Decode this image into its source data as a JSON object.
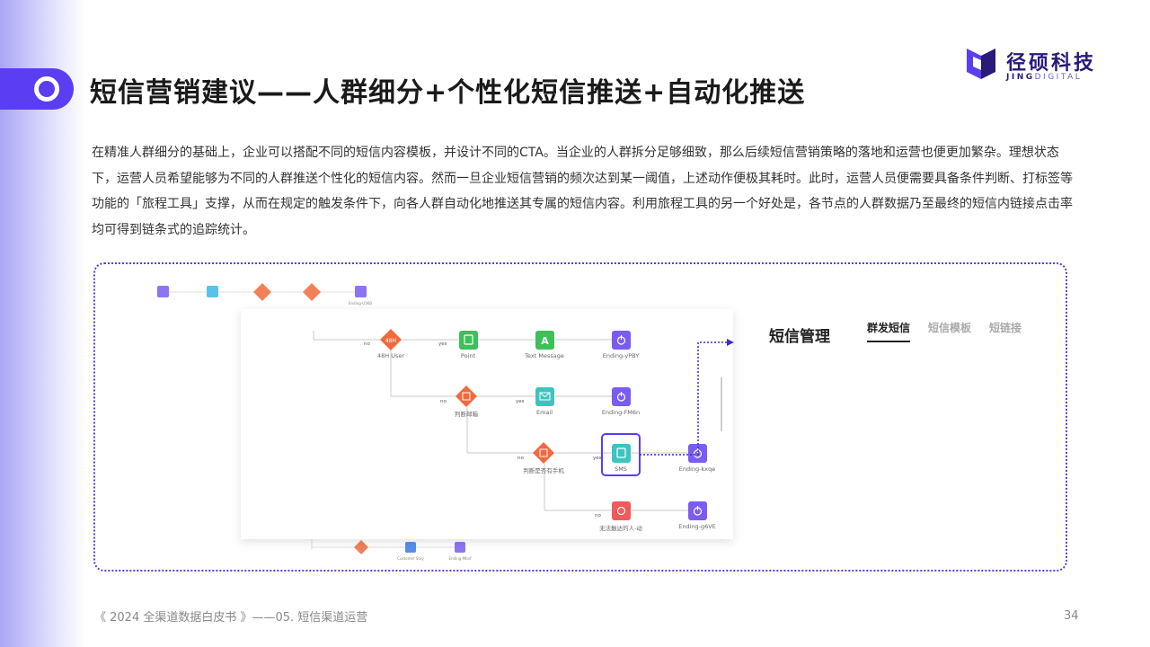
{
  "header": {
    "title": "短信营销建议——人群细分+个性化短信推送+自动化推送"
  },
  "logo": {
    "cn": "径硕科技",
    "en_bold": "JING",
    "en_rest": "DIGITAL"
  },
  "body": {
    "paragraph": "在精准人群细分的基础上，企业可以搭配不同的短信内容模板，并设计不同的CTA。当企业的人群拆分足够细致，那么后续短信营销策略的落地和运营也便更加繁杂。理想状态下，运营人员希望能够为不同的人群推送个性化的短信内容。然而一旦企业短信营销的频次达到某一阈值，上述动作便极其耗时。此时，运营人员便需要具备条件判断、打标签等功能的「旅程工具」支撑，从而在规定的触发条件下，向各人群自动化地推送其专属的短信内容。利用旅程工具的另一个好处是，各节点的人群数据乃至最终的短信内链接点击率均可得到链条式的追踪统计。"
  },
  "flow": {
    "nodes": {
      "h48_user": "48H User",
      "point": "Point",
      "text_message": "Text Message",
      "ending_ypby": "Ending-yPBY",
      "judge_email": "判断邮箱",
      "email": "Email",
      "ending_fm6n": "Ending-FM6n",
      "judge_phone": "判断是否有手机",
      "sms": "SMS",
      "ending_kxqe": "Ending-kxqe",
      "unreachable": "无法触达的人-动",
      "ending_g6ve": "Ending-g6VE",
      "customer_stay": "Customer Stay",
      "ending_mbvf": "Ending-Mbvf",
      "ending_u3kb": "Ending-U3KB"
    },
    "node_icon_text": {
      "h48": "48H",
      "text_message": "A"
    },
    "edges": {
      "yes": "yes",
      "no": "no"
    }
  },
  "sms_panel": {
    "title": "短信管理",
    "tabs": [
      {
        "label": "群发短信",
        "active": true
      },
      {
        "label": "短信模板",
        "active": false
      },
      {
        "label": "短链接",
        "active": false
      }
    ]
  },
  "footer": {
    "source": "《 2024 全渠道数据白皮书 》——05. 短信渠道运营",
    "page": "34"
  },
  "colors": {
    "brand_purple": "#5b3df2",
    "dotted_frame": "#5a3fd4",
    "node_orange": "#f06a3d",
    "node_green": "#3cc05a",
    "node_violet": "#7b5cf0",
    "node_teal": "#3dc4c0",
    "node_red": "#f05a5a"
  }
}
